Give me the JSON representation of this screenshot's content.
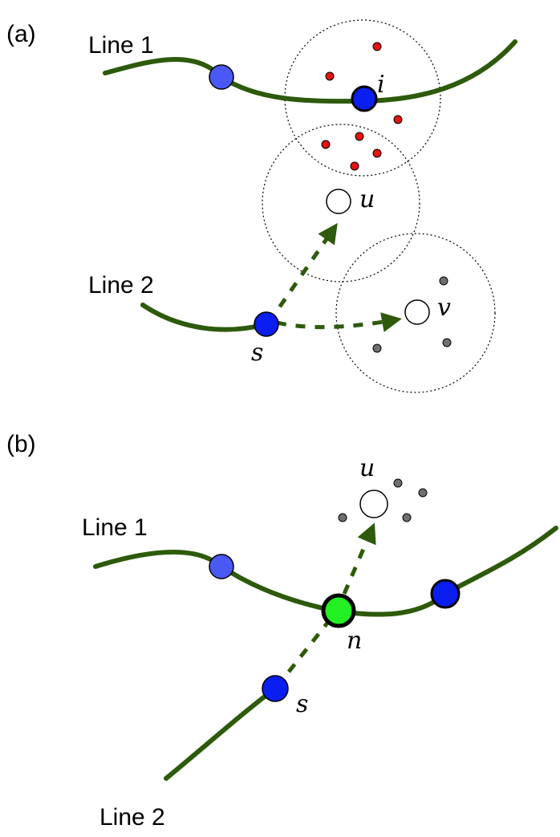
{
  "panel_a": {
    "panel_label": "(a)",
    "line1_label": "Line 1",
    "line2_label": "Line 2",
    "node_i_label": "i",
    "node_u_label": "u",
    "node_v_label": "v",
    "node_s_label": "s"
  },
  "panel_b": {
    "panel_label": "(b)",
    "line1_label": "Line 1",
    "line2_label": "Line 2",
    "node_u_label": "u",
    "node_n_label": "n",
    "node_s_label": "s"
  },
  "colors": {
    "line": "#2d5a0b",
    "stop_blue": "#0a1ef0",
    "stop_light_blue": "#4a58f5",
    "highlight_green": "#22f022",
    "red_point": "#e51313",
    "gray_point": "#6f6f6f"
  }
}
